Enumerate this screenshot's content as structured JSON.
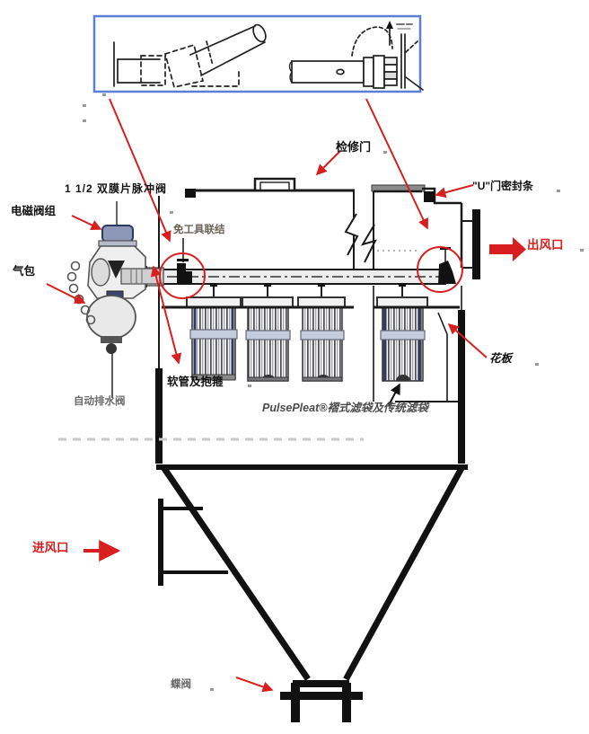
{
  "labels": {
    "pulse_valve": "1 1/2 双膜片脉冲阀",
    "solenoid_group": "电磁阀组",
    "air_tank": "气包",
    "tool_free_joint": "免工具联结",
    "access_door": "检修门",
    "u_door_seal": "\"U\"门密封条",
    "air_outlet": "出风口",
    "tube_sheet": "花板",
    "hose_and_clamp": "软管及抱箍",
    "auto_drain_valve": "自动排水阀",
    "filter_bags": "PulsePleat®褶式滤袋及传统滤袋",
    "air_inlet": "进风口",
    "butterfly_valve": "蝶阀"
  },
  "colors": {
    "annotation_red": "#d81f1f",
    "inset_border": "#5b7fd4",
    "drawing_line": "#1a1a1a",
    "navy_accent": "#2e3a66",
    "band_blue": "#c3cdde"
  }
}
